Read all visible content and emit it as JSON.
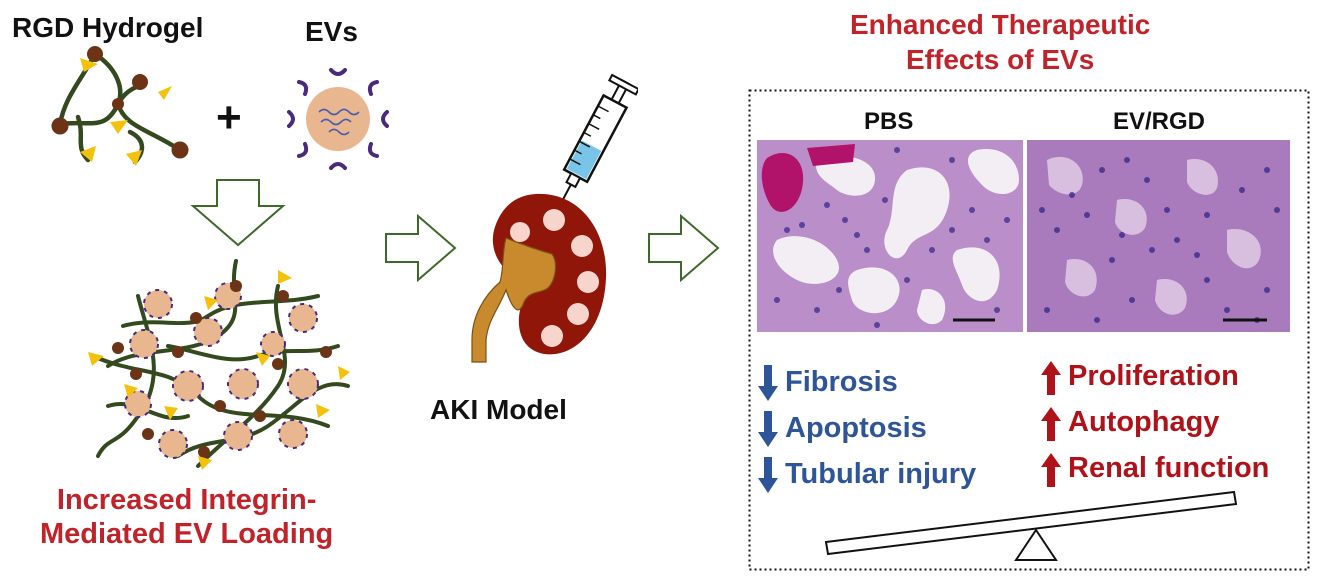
{
  "left_panel": {
    "hydrogel_title": "RGD Hydrogel",
    "evs_title": "EVs",
    "plus_sign": "+",
    "caption_line1": "Increased Integrin-",
    "caption_line2": "Mediated EV  Loading"
  },
  "center": {
    "model_label": "AKI Model"
  },
  "right_panel": {
    "title_line1": "Enhanced Therapeutic",
    "title_line2": "Effects of EVs",
    "image_labels": [
      "PBS",
      "EV/RGD"
    ],
    "decreased": [
      "Fibrosis",
      "Apoptosis",
      "Tubular injury"
    ],
    "increased": [
      "Proliferation",
      "Autophagy",
      "Renal function"
    ]
  },
  "colors": {
    "title_red": "#c0232a",
    "decrease_blue": "#2e5597",
    "increase_red": "#b01219",
    "polymer_green": "#334a1f",
    "node_brown": "#6b3416",
    "rgd_yellow": "#f4c20d",
    "ev_body": "#e9b78f",
    "ev_purple": "#4a2a7a",
    "kidney_red": "#8f1609",
    "ureter_gold": "#c88a2c",
    "syringe_fluid": "#79c5ea"
  },
  "icons": [
    "hollow-arrow-icon",
    "syringe-icon",
    "kidney-icon",
    "seesaw-icon",
    "down-arrow-icon",
    "up-arrow-icon",
    "micrograph-image"
  ]
}
